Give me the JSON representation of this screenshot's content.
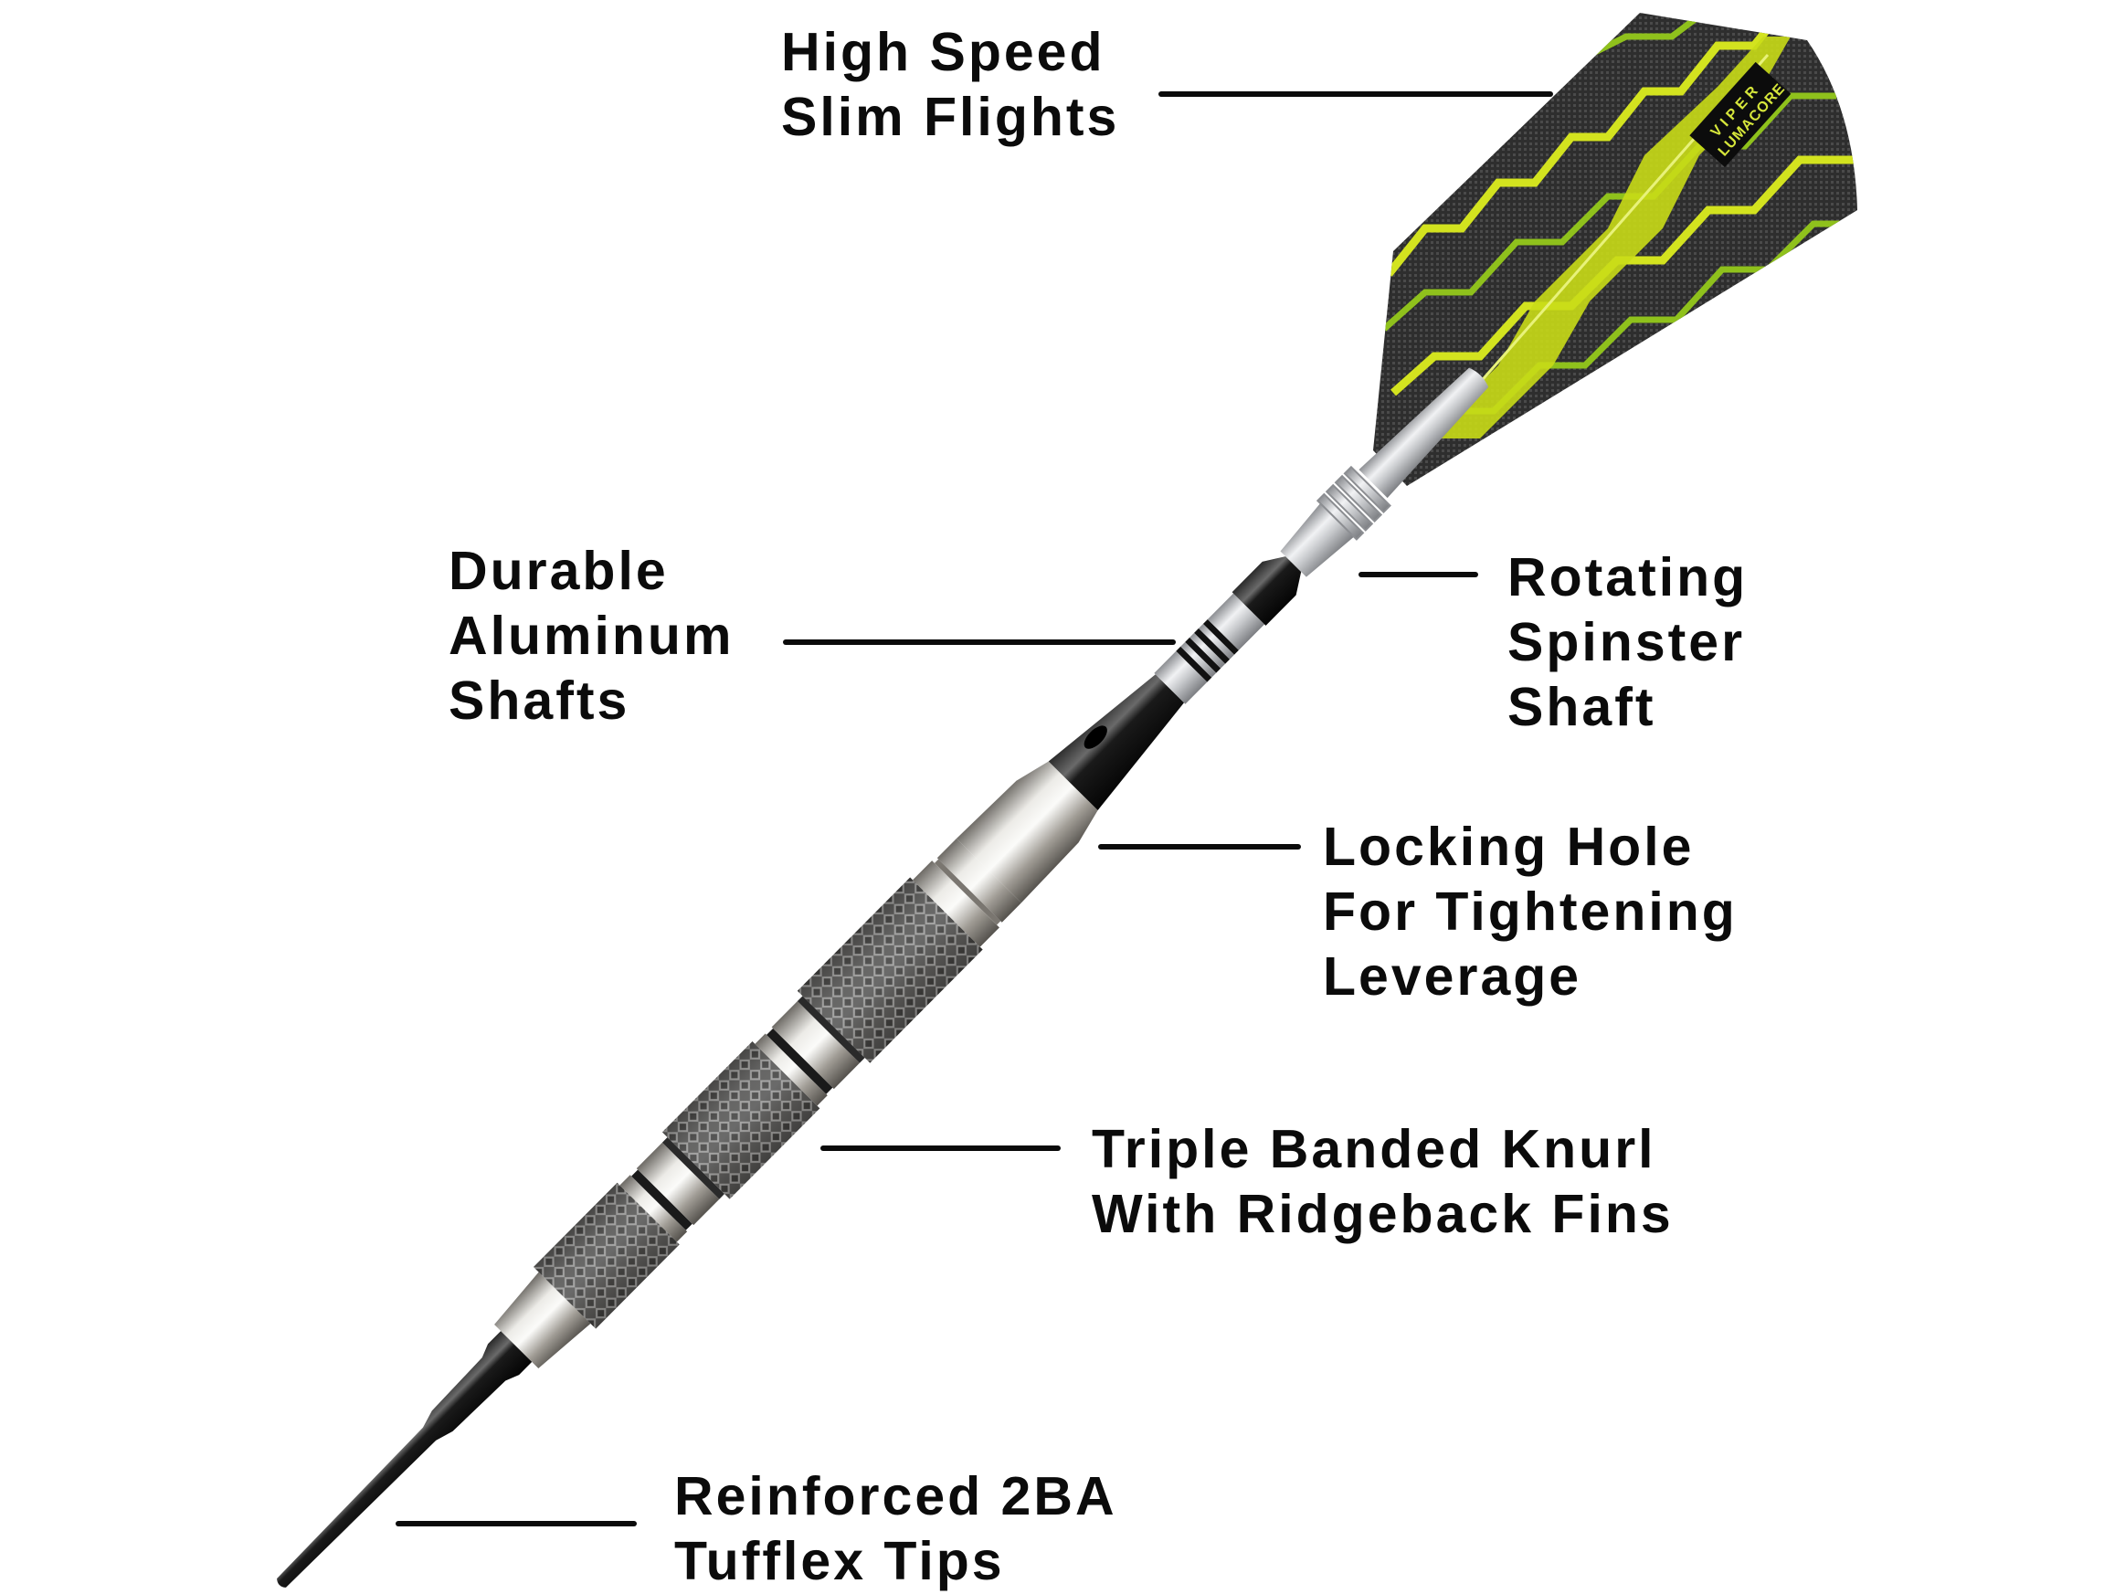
{
  "product": {
    "flight_brand_line1": "VIPER",
    "flight_brand_line2": "LUMACORE",
    "colors": {
      "flight_green": "#c7dd1d",
      "flight_dark": "#2b2b2b",
      "barrel_silver": "#b9b5ae",
      "shaft_black": "#141414",
      "tip_black": "#1c1c1c",
      "text": "#0b0b0b",
      "background": "#ffffff"
    }
  },
  "callouts": [
    {
      "id": "flights",
      "lines": [
        "High Speed",
        "Slim Flights"
      ]
    },
    {
      "id": "shafts",
      "lines": [
        "Durable",
        "Aluminum",
        "Shafts"
      ]
    },
    {
      "id": "spinster",
      "lines": [
        "Rotating",
        "Spinster",
        "Shaft"
      ]
    },
    {
      "id": "locking",
      "lines": [
        "Locking Hole",
        "For Tightening",
        "Leverage"
      ]
    },
    {
      "id": "knurl",
      "lines": [
        "Triple Banded Knurl",
        "With Ridgeback Fins"
      ]
    },
    {
      "id": "tips",
      "lines": [
        "Reinforced 2BA",
        "Tufflex Tips"
      ]
    }
  ]
}
